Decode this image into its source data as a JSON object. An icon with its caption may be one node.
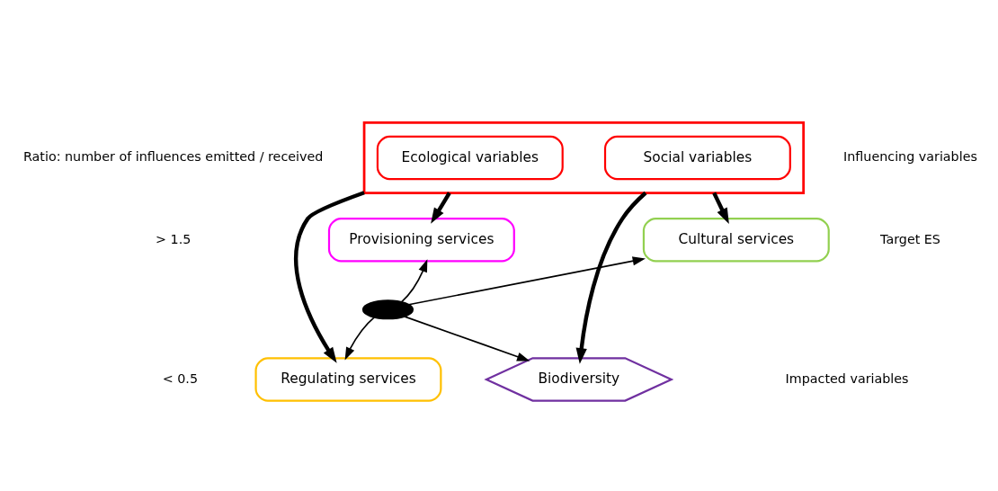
{
  "diagram": {
    "nodes": [
      {
        "text": [],
        "shape": "box"
      },
      {
        "text": [
          "Ecological variables"
        ],
        "in": 0
      },
      {
        "text": [
          "Social variables"
        ],
        "in": 0
      },
      {
        "text": [
          "Provisioning services"
        ]
      },
      {
        "text": [
          "Cultural services"
        ]
      },
      {
        "text": [
          "Regulating services"
        ]
      },
      {
        "text": [
          "Biodiversity"
        ]
      },
      {
        "text": [],
        "shape": "ellipse"
      }
    ],
    "edges": [
      {
        "from": 0,
        "to": 3,
        "arrow": "to",
        "style": "thick"
      },
      {
        "from": 0,
        "to": 5,
        "arrow": "to",
        "style": "thick"
      },
      {
        "from": 0,
        "to": 4,
        "arrow": "to",
        "style": "thick"
      },
      {
        "from": 0,
        "to": 6,
        "arrow": "to",
        "style": "thick"
      },
      {
        "from": 7,
        "to": 3,
        "arrow": "to"
      },
      {
        "from": 7,
        "to": 4,
        "arrow": "to"
      },
      {
        "from": 7,
        "to": 5,
        "arrow": "to"
      },
      {
        "from": 7,
        "to": 6,
        "arrow": "to"
      }
    ],
    "labels": [
      "Ratio: number of influences emitted / received",
      "Influencing variables",
      "> 1.5",
      "Target ES",
      "< 0.5",
      "Impacted variables"
    ]
  }
}
